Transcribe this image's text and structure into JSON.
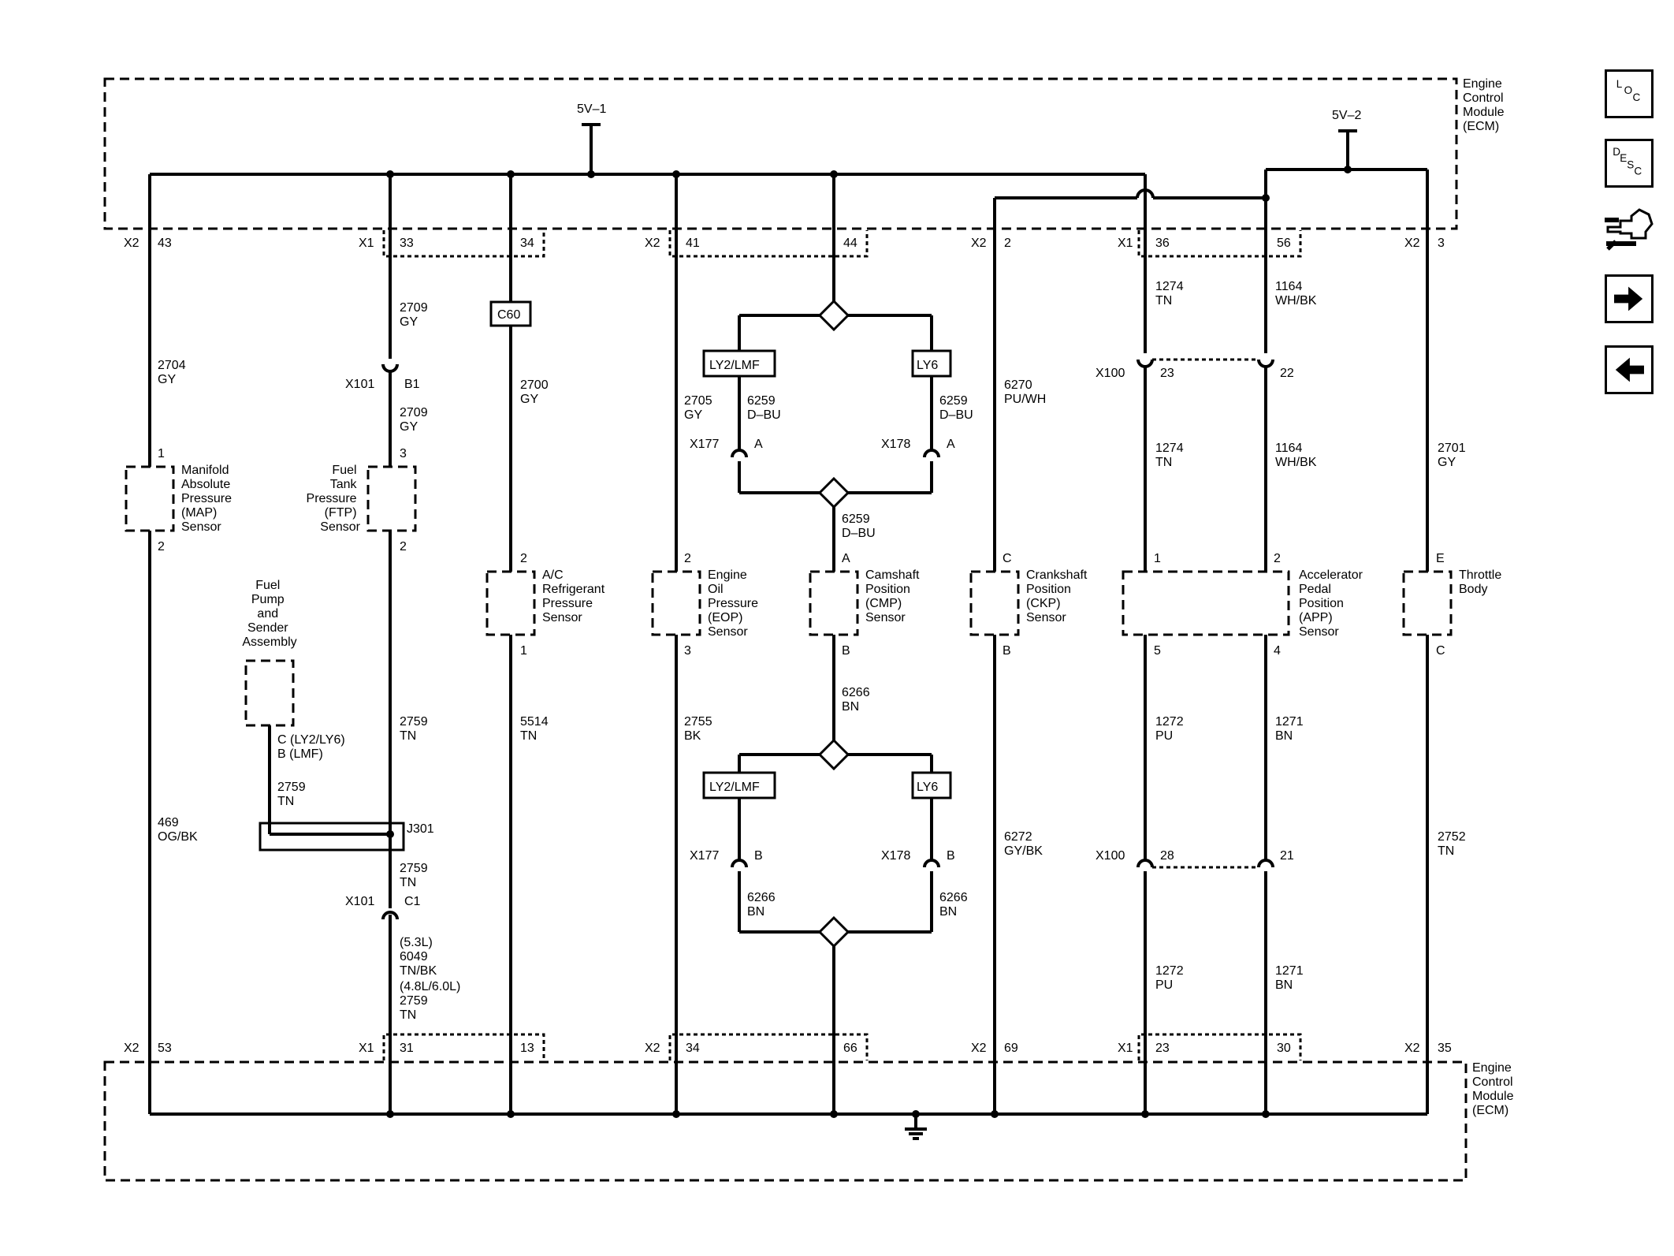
{
  "ecm": {
    "label_top": [
      "Engine",
      "Control",
      "Module",
      "(ECM)"
    ],
    "label_bottom": [
      "Engine",
      "Control",
      "Module",
      "(ECM)"
    ]
  },
  "references": {
    "v1": "5V–1",
    "v2": "5V–2"
  },
  "top_pins": {
    "map_conn": "X2",
    "map_pin": "43",
    "ftp_conn": "X1",
    "ftp_pin": "33",
    "ac_pin": "34",
    "eop_conn": "X2",
    "eop_pin": "41",
    "cmp_pin": "44",
    "ckp_conn": "X2",
    "ckp_pin": "2",
    "app_conn": "X1",
    "app1_pin": "36",
    "app2_pin": "56",
    "tb_conn": "X2",
    "tb_pin": "3"
  },
  "bottom_pins": {
    "map_conn": "X2",
    "map_pin": "53",
    "ftp_conn": "X1",
    "ftp_pin": "31",
    "ac_pin": "13",
    "eop_conn": "X2",
    "eop_pin": "34",
    "cmp_pin": "66",
    "ckp_conn": "X2",
    "ckp_pin": "69",
    "app_conn": "X1",
    "app1_pin": "23",
    "app2_pin": "30",
    "tb_conn": "X2",
    "tb_pin": "35"
  },
  "wires": {
    "map_top": [
      "2704",
      "GY"
    ],
    "map_bot": [
      "469",
      "OG/BK"
    ],
    "ftp_a": [
      "2709",
      "GY"
    ],
    "ftp_b": [
      "2709",
      "GY"
    ],
    "ftp_c": [
      "2759",
      "TN"
    ],
    "ftp_d": [
      "2759",
      "TN"
    ],
    "ftp_e": [
      "(5.3L)",
      "6049",
      "TN/BK",
      "(4.8L/6.0L)",
      "2759",
      "TN"
    ],
    "pump": [
      "2759",
      "TN"
    ],
    "ac_top": [
      "2700",
      "GY"
    ],
    "ac_bot": [
      "5514",
      "TN"
    ],
    "eop_top": [
      "2705",
      "GY"
    ],
    "eop_bot": [
      "2755",
      "BK"
    ],
    "cmp_l1": [
      "6259",
      "D–BU"
    ],
    "cmp_r1": [
      "6259",
      "D–BU"
    ],
    "cmp_m1": [
      "6259",
      "D–BU"
    ],
    "cmp_m2": [
      "6266",
      "BN"
    ],
    "cmp_l2": [
      "6266",
      "BN"
    ],
    "cmp_r2": [
      "6266",
      "BN"
    ],
    "ckp_top": [
      "6270",
      "PU/WH"
    ],
    "ckp_bot": [
      "6272",
      "GY/BK"
    ],
    "app1_a": [
      "1274",
      "TN"
    ],
    "app1_b": [
      "1274",
      "TN"
    ],
    "app1_c": [
      "1272",
      "PU"
    ],
    "app1_d": [
      "1272",
      "PU"
    ],
    "app2_a": [
      "1164",
      "WH/BK"
    ],
    "app2_b": [
      "1164",
      "WH/BK"
    ],
    "app2_c": [
      "1271",
      "BN"
    ],
    "app2_d": [
      "1271",
      "BN"
    ],
    "tb_top": [
      "2701",
      "GY"
    ],
    "tb_bot": [
      "2752",
      "TN"
    ]
  },
  "inline": {
    "x101": "X101",
    "x101_b1": "B1",
    "x101_c1": "C1",
    "x100": "X100",
    "x100_23": "23",
    "x100_22": "22",
    "x100_28": "28",
    "x100_21": "21",
    "x177": "X177",
    "x178": "X178",
    "a": "A",
    "b": "B",
    "c60": "C60",
    "j301": "J301",
    "ly2lmf": "LY2/LMF",
    "ly6": "LY6",
    "pump_pins": [
      "C (LY2/LY6)",
      "B (LMF)"
    ]
  },
  "components": {
    "map": {
      "lines": [
        "Manifold",
        "Absolute",
        "Pressure",
        "(MAP)",
        "Sensor"
      ],
      "pin_top": "1",
      "pin_bot": "2"
    },
    "ftp": {
      "lines": [
        "Fuel",
        "Tank",
        "Pressure",
        "(FTP)",
        "Sensor"
      ],
      "pin_top": "3",
      "pin_bot": "2"
    },
    "pump": {
      "lines": [
        "Fuel",
        "Pump",
        "and",
        "Sender",
        "Assembly"
      ]
    },
    "ac": {
      "lines": [
        "A/C",
        "Refrigerant",
        "Pressure",
        "Sensor"
      ],
      "pin_top": "2",
      "pin_bot": "1"
    },
    "eop": {
      "lines": [
        "Engine",
        "Oil",
        "Pressure",
        "(EOP)",
        "Sensor"
      ],
      "pin_top": "2",
      "pin_bot": "3"
    },
    "cmp": {
      "lines": [
        "Camshaft",
        "Position",
        "(CMP)",
        "Sensor"
      ],
      "pin_top": "A",
      "pin_bot": "B"
    },
    "ckp": {
      "lines": [
        "Crankshaft",
        "Position",
        "(CKP)",
        "Sensor"
      ],
      "pin_top": "C",
      "pin_bot": "B"
    },
    "app": {
      "lines": [
        "Accelerator",
        "Pedal",
        "Position",
        "(APP)",
        "Sensor"
      ],
      "pin_t1": "1",
      "pin_t2": "2",
      "pin_b1": "5",
      "pin_b2": "4"
    },
    "tb": {
      "lines": [
        "Throttle",
        "Body"
      ],
      "pin_top": "E",
      "pin_bot": "C"
    }
  },
  "nav_buttons": {
    "loc": [
      "L",
      "O",
      "C"
    ],
    "desc": [
      "D",
      "E",
      "S",
      "C"
    ]
  },
  "icons": {
    "loc": "location-button-icon",
    "desc": "description-button-icon",
    "connector": "connector-icon",
    "next": "arrow-right-icon",
    "prev": "arrow-left-icon"
  }
}
